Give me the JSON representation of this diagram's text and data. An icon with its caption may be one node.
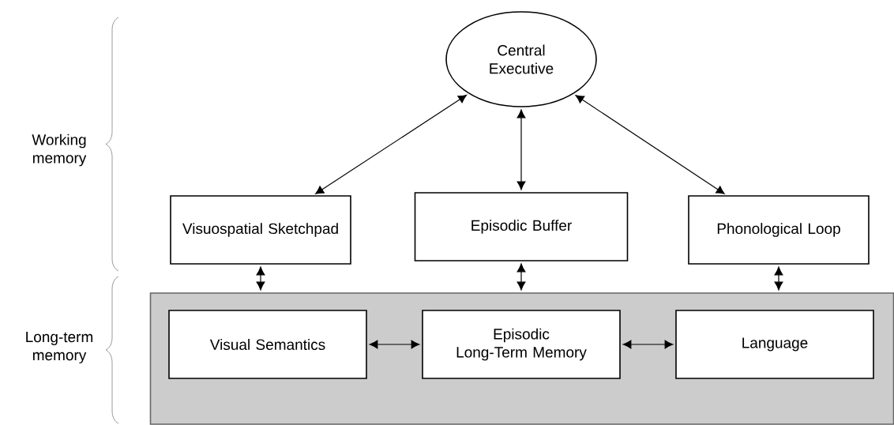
{
  "diagram": {
    "nodes": [
      {
        "text": [
          "Central Executive"
        ]
      },
      {
        "text": [
          "Visuospatial Sketchpad"
        ]
      },
      {
        "text": [
          "Episodic Buffer"
        ]
      },
      {
        "text": [
          "Phonological Loop"
        ]
      },
      {
        "text": [],
        "shape": "box"
      },
      {
        "text": [
          "Visual Semantics"
        ],
        "in": 4
      },
      {
        "text": [
          "Episodic Long-Term Memory"
        ],
        "in": 4
      },
      {
        "text": [
          "Language"
        ],
        "in": 4
      }
    ],
    "edges": [
      {
        "from": 0,
        "to": 1,
        "arrow": "both"
      },
      {
        "from": 0,
        "to": 2,
        "arrow": "both"
      },
      {
        "from": 0,
        "to": 3,
        "arrow": "both"
      },
      {
        "from": 1,
        "to": 4,
        "arrow": "both"
      },
      {
        "from": 2,
        "to": 4,
        "arrow": "both"
      },
      {
        "from": 3,
        "to": 4,
        "arrow": "both"
      },
      {
        "from": 5,
        "to": 6,
        "arrow": "both"
      },
      {
        "from": 6,
        "to": 7,
        "arrow": "both"
      }
    ],
    "labels": [
      "Working memory",
      "Long-term memory"
    ]
  }
}
